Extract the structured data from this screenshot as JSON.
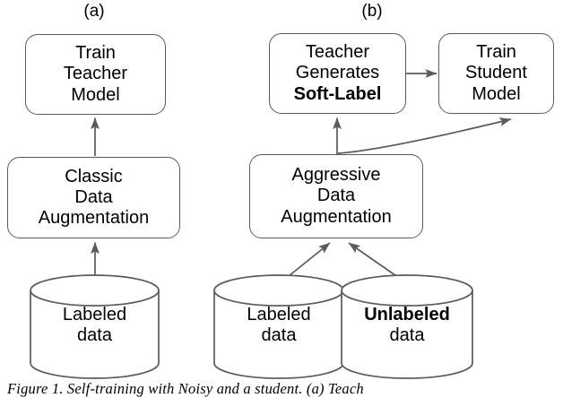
{
  "figure": {
    "panels": [
      {
        "id": "a",
        "label": "(a)"
      },
      {
        "id": "b",
        "label": "(b)"
      }
    ],
    "caption": "Figure 1.   Self-training with Noisy  and  a  student.  (a) Teach",
    "colors": {
      "stroke": "#5a5a5a",
      "text": "#000000",
      "background": "#ffffff"
    },
    "panel_a": {
      "nodes": {
        "train_teacher": {
          "line1": "Train",
          "line2": "Teacher",
          "line3": "Model"
        },
        "classic_aug": {
          "line1": "Classic",
          "line2": "Data",
          "line3": "Augmentation"
        },
        "labeled_data": {
          "line1": "Labeled",
          "line2": "data"
        }
      }
    },
    "panel_b": {
      "nodes": {
        "teacher_soft_label": {
          "line1": "Teacher",
          "line2": "Generates",
          "line3": "Soft-Label"
        },
        "train_student": {
          "line1": "Train",
          "line2": "Student",
          "line3": "Model"
        },
        "aggressive_aug": {
          "line1": "Aggressive",
          "line2": "Data",
          "line3": "Augmentation"
        },
        "labeled_data": {
          "line1": "Labeled",
          "line2": "data"
        },
        "unlabeled_data": {
          "line1": "Unlabeled",
          "line2": "data"
        }
      }
    }
  }
}
